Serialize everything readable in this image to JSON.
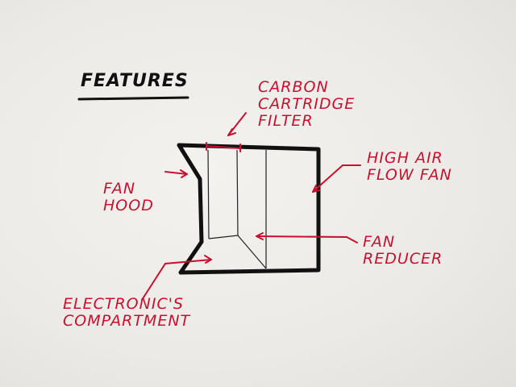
{
  "title": "FEATURES",
  "colors": {
    "ink": "#111111",
    "annotation": "#c8102e",
    "paper": "#f0efec"
  },
  "labels": {
    "carbon_filter": [
      "CARBON",
      "CARTRIDGE",
      "FILTER"
    ],
    "high_air_flow_fan": [
      "HIGH AIR",
      "FLOW FAN"
    ],
    "fan_hood": [
      "FAN",
      "HOOD"
    ],
    "fan_reducer": [
      "FAN",
      "REDUCER"
    ],
    "electronics_compartment": [
      "ELECTRONIC'S",
      "COMPARTMENT"
    ]
  }
}
